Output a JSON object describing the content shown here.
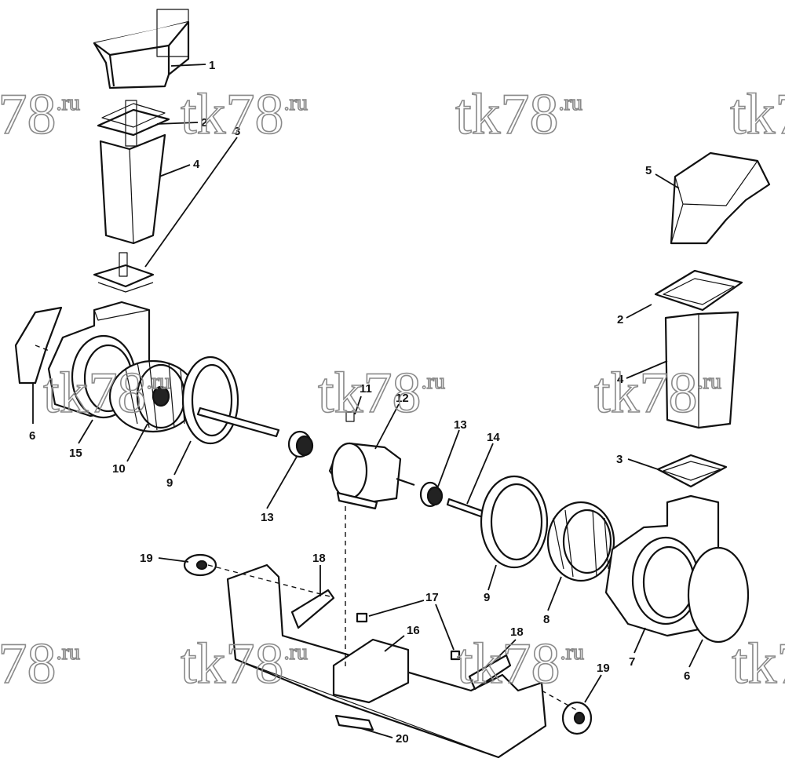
{
  "watermark": {
    "text": "tk78",
    "suffix": ".ru",
    "color": "#8a8a8a"
  },
  "callouts": [
    {
      "id": "c1",
      "label": "1"
    },
    {
      "id": "c2a",
      "label": "2"
    },
    {
      "id": "c3a",
      "label": "3"
    },
    {
      "id": "c4a",
      "label": "4"
    },
    {
      "id": "c5",
      "label": "5"
    },
    {
      "id": "c2b",
      "label": "2"
    },
    {
      "id": "c4b",
      "label": "4"
    },
    {
      "id": "c3b",
      "label": "3"
    },
    {
      "id": "c6a",
      "label": "6"
    },
    {
      "id": "c15",
      "label": "15"
    },
    {
      "id": "c10",
      "label": "10"
    },
    {
      "id": "c9a",
      "label": "9"
    },
    {
      "id": "c11",
      "label": "11"
    },
    {
      "id": "c12",
      "label": "12"
    },
    {
      "id": "c13a",
      "label": "13"
    },
    {
      "id": "c13b",
      "label": "13"
    },
    {
      "id": "c14",
      "label": "14"
    },
    {
      "id": "c9b",
      "label": "9"
    },
    {
      "id": "c8",
      "label": "8"
    },
    {
      "id": "c7",
      "label": "7"
    },
    {
      "id": "c6b",
      "label": "6"
    },
    {
      "id": "c19a",
      "label": "19"
    },
    {
      "id": "c18a",
      "label": "18"
    },
    {
      "id": "c17",
      "label": "17"
    },
    {
      "id": "c16",
      "label": "16"
    },
    {
      "id": "c18b",
      "label": "18"
    },
    {
      "id": "c19b",
      "label": "19"
    },
    {
      "id": "c20",
      "label": "20"
    }
  ]
}
